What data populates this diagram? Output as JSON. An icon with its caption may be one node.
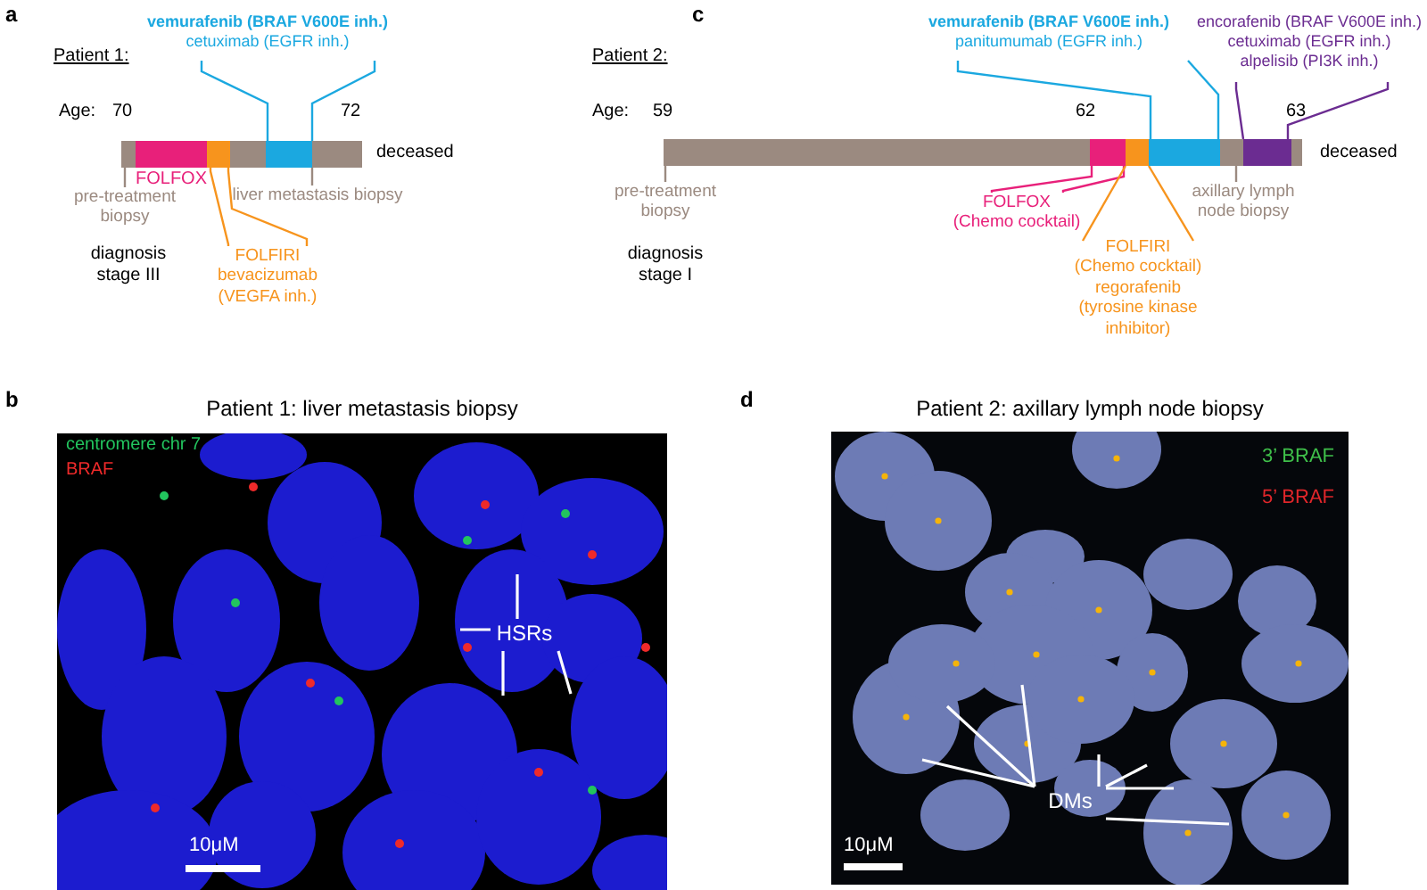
{
  "diagram": {
    "nodes": [
      {
        "text": [],
        "shape": "bar"
      },
      {
        "text": [],
        "shape": "bar",
        "in": 0
      },
      {
        "text": [],
        "shape": "bar",
        "in": 0
      },
      {
        "text": [],
        "shape": "bar",
        "in": 0
      },
      {
        "text": [
          "vemurafenib (BRAF V600E inh.)",
          "cetuximab (EGFR inh.)"
        ]
      },
      {
        "text": [
          "pre-treatment biopsy"
        ]
      },
      {
        "text": [
          "liver metastasis biopsy"
        ]
      },
      {
        "text": [
          "FOLFIRI",
          "bevacizumab (VEGFA inh.)"
        ]
      },
      {
        "text": [],
        "shape": "bar"
      },
      {
        "text": [],
        "shape": "bar",
        "in": 8
      },
      {
        "text": [],
        "shape": "bar",
        "in": 8
      },
      {
        "text": [],
        "shape": "bar",
        "in": 8
      },
      {
        "text": [],
        "shape": "bar",
        "in": 8
      },
      {
        "text": [
          "vemurafenib (BRAF V600E inh.)",
          "panitumumab (EGFR inh.)"
        ]
      },
      {
        "text": [
          "encorafenib (BRAF V600E inh.)",
          "cetuximab (EGFR inh.)",
          "alpelisib (PI3K inh.)"
        ]
      },
      {
        "text": [
          "pre-treatment biopsy"
        ]
      },
      {
        "text": [
          "FOLFOX",
          "(Chemo cocktail)"
        ]
      },
      {
        "text": [
          "FOLFIRI",
          "(Chemo cocktail)",
          "regorafenib",
          "(tyrosine kinase inhibitor)"
        ]
      },
      {
        "text": [
          "axillary lymph node biopsy"
        ]
      },
      {
        "text": [
          "HSRs"
        ]
      },
      {
        "text": [
          "DMs"
        ]
      }
    ],
    "edges": [
      {
        "from": 4,
        "to": 3,
        "arrow": "none",
        "color": "#1ba8e0"
      },
      {
        "from": 4,
        "to": 3,
        "arrow": "none",
        "color": "#1ba8e0"
      },
      {
        "from": 5,
        "to": 0,
        "arrow": "none",
        "color": "#9b8a80"
      },
      {
        "from": 6,
        "to": 0,
        "arrow": "none",
        "color": "#9b8a80"
      },
      {
        "from": 7,
        "to": 2,
        "arrow": "none",
        "color": "#f7941d"
      },
      {
        "from": 7,
        "to": 2,
        "arrow": "none",
        "color": "#f7941d"
      },
      {
        "from": 13,
        "to": 11,
        "arrow": "none",
        "color": "#1ba8e0"
      },
      {
        "from": 13,
        "to": 11,
        "arrow": "none",
        "color": "#1ba8e0"
      },
      {
        "from": 14,
        "to": 12,
        "arrow": "none",
        "color": "#6b2c91"
      },
      {
        "from": 14,
        "to": 12,
        "arrow": "none",
        "color": "#6b2c91"
      },
      {
        "from": 15,
        "to": 8,
        "arrow": "none",
        "color": "#9b8a80"
      },
      {
        "from": 16,
        "to": 9,
        "arrow": "none",
        "color": "#e8207a"
      },
      {
        "from": 16,
        "to": 9,
        "arrow": "none",
        "color": "#e8207a"
      },
      {
        "from": 17,
        "to": 10,
        "arrow": "none",
        "color": "#f7941d"
      },
      {
        "from": 17,
        "to": 10,
        "arrow": "none",
        "color": "#f7941d"
      },
      {
        "from": 18,
        "to": 8,
        "arrow": "none",
        "color": "#9b8a80"
      },
      {
        "from": 19,
        "to": null,
        "arrow": "none"
      },
      {
        "from": 19,
        "to": null,
        "arrow": "none"
      },
      {
        "from": 19,
        "to": null,
        "arrow": "none"
      },
      {
        "from": 19,
        "to": null,
        "arrow": "none"
      },
      {
        "from": 20,
        "to": null,
        "arrow": "none"
      },
      {
        "from": 20,
        "to": null,
        "arrow": "none"
      },
      {
        "from": 20,
        "to": null,
        "arrow": "none"
      },
      {
        "from": 20,
        "to": null,
        "arrow": "none"
      },
      {
        "from": 20,
        "to": null,
        "arrow": "none"
      },
      {
        "from": 20,
        "to": null,
        "arrow": "none"
      },
      {
        "from": 20,
        "to": null,
        "arrow": "none"
      }
    ],
    "labels": [
      "a",
      "Patient 1:",
      "Age:",
      "70",
      "72",
      "deceased",
      "FOLFOX",
      "diagnosis stage III",
      "c",
      "Patient 2:",
      "Age:",
      "59",
      "62",
      "63",
      "deceased",
      "diagnosis stage I",
      "b",
      "Patient 1: liver metastasis biopsy",
      "centromere chr 7",
      "BRAF",
      "10μM",
      "d",
      "Patient 2: axillary lymph node biopsy",
      "3’ BRAF",
      "5’ BRAF",
      "10μM"
    ]
  }
}
